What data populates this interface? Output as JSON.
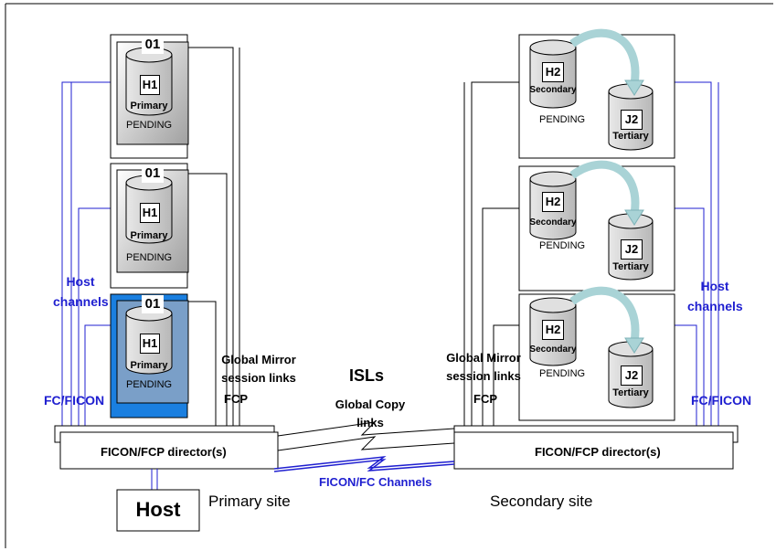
{
  "primary": {
    "disks": [
      {
        "number": "01",
        "volume": "H1",
        "role": "Primary",
        "state": "PENDING"
      },
      {
        "number": "01",
        "volume": "H1",
        "role": "Primary",
        "state": "PENDING"
      },
      {
        "number": "01",
        "volume": "H1",
        "role": "Primary",
        "state": "PENDING"
      }
    ],
    "host_channels": "Host channels",
    "fc_ficon": "FC/FICON",
    "director": "FICON/FCP director(s)",
    "host": "Host",
    "site": "Primary site",
    "gm_links": "Global Mirror session links",
    "fcp": "FCP"
  },
  "secondary": {
    "pairs": [
      {
        "h2": "H2",
        "h2_role": "Secondary",
        "j2": "J2",
        "j2_role": "Tertiary",
        "state": "PENDING"
      },
      {
        "h2": "H2",
        "h2_role": "Secondary",
        "j2": "J2",
        "j2_role": "Tertiary",
        "state": "PENDING"
      },
      {
        "h2": "H2",
        "h2_role": "Secondary",
        "j2": "J2",
        "j2_role": "Tertiary",
        "state": "PENDING"
      }
    ],
    "host_channels": "Host channels",
    "fc_ficon": "FC/FICON",
    "director": "FICON/FCP director(s)",
    "site": "Secondary site",
    "gm_links": "Global Mirror session links",
    "fcp": "FCP"
  },
  "isls": "ISLs",
  "global_copy_links": "Global Copy links",
  "ficon_fc_channels": "FICON/FC Channels",
  "colors": {
    "link_blue": "#1f1fd0",
    "active_box": "#1a7fe0",
    "arrow": "#a9d3d6"
  }
}
